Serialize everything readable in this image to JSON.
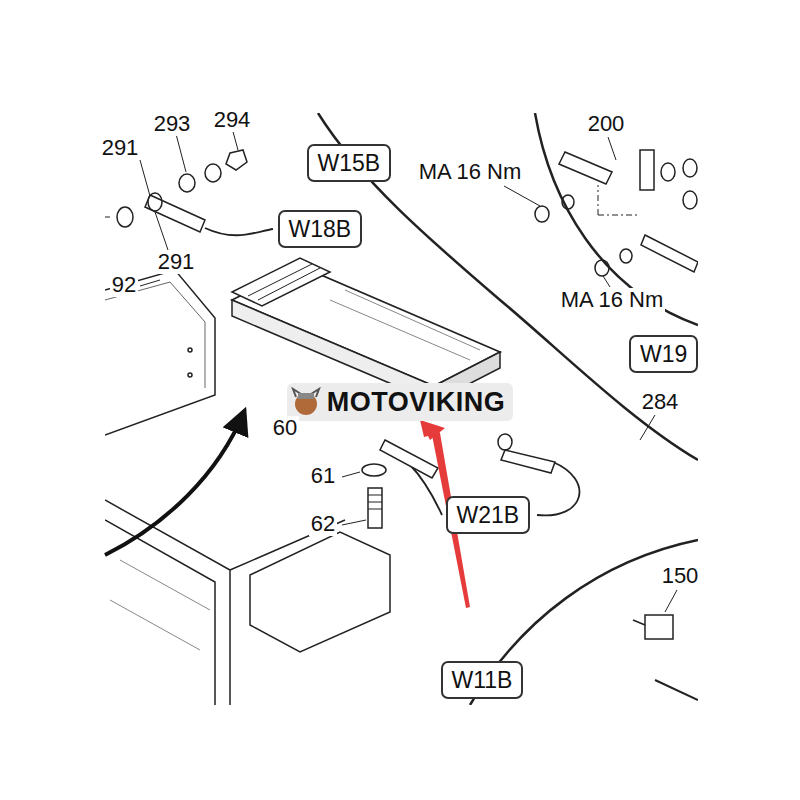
{
  "diagram": {
    "nodes": [
      {
        "text": [
          "W15B"
        ]
      },
      {
        "text": [
          "W18B"
        ]
      },
      {
        "text": [
          "W19"
        ]
      },
      {
        "text": [
          "W21B"
        ]
      },
      {
        "text": [
          "W11B"
        ]
      }
    ],
    "labels": [
      "293",
      "294",
      "291",
      "200",
      "MA 16 Nm",
      "291",
      "92",
      "MA 16 Nm",
      "284",
      "MOTOVIKING",
      "60",
      "61",
      "62",
      "150"
    ]
  }
}
